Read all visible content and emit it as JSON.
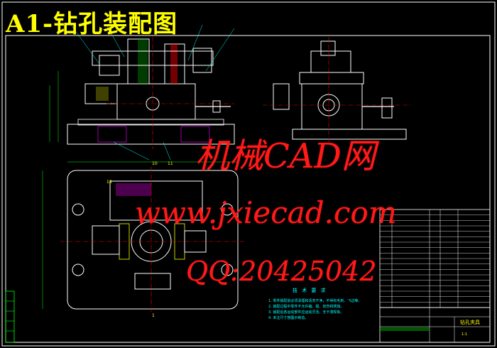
{
  "title": "A1-钻孔装配图",
  "watermarks": {
    "brand": "机械CAD网",
    "url": "www.jxiecad.com",
    "qq": "QQ:20425042"
  },
  "technical_requirements": {
    "heading": "技 术 要 求",
    "items": [
      "1. 零件装配前必须清理和清洗干净，不得有毛刺、飞边等。",
      "2. 装配过程中零件不允许磕、碰、划伤和锈蚀。",
      "3. 装配后各运动部件应运动灵活，无卡滞现象。",
      "4. 未注尺寸按图示制造。"
    ]
  },
  "title_block": {
    "name": "钻孔夹具",
    "scale": "1:1"
  },
  "callouts": [
    "10",
    "11",
    "18",
    "1"
  ],
  "colors": {
    "background": "#000000",
    "outline": "#ffffff",
    "centerline": "#ff0000",
    "dimension": "#00ff00",
    "leader": "#00ffff",
    "hatch": "#ff00ff",
    "highlight": "#ffff00",
    "watermark": "#ff1a1a"
  }
}
